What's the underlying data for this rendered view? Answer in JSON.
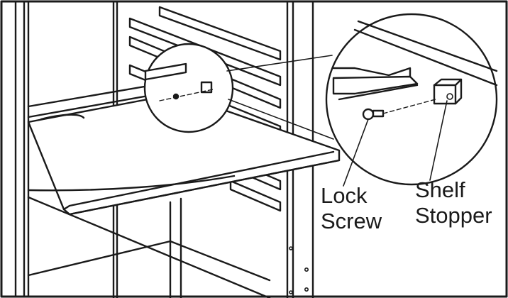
{
  "labels": {
    "lock_screw": {
      "line1": "Lock",
      "line2": "Screw"
    },
    "shelf_stopper": {
      "line1": "Shelf",
      "line2": "Stopper"
    }
  },
  "colors": {
    "ink": "#1a1a1a",
    "fill": "#ffffff"
  }
}
